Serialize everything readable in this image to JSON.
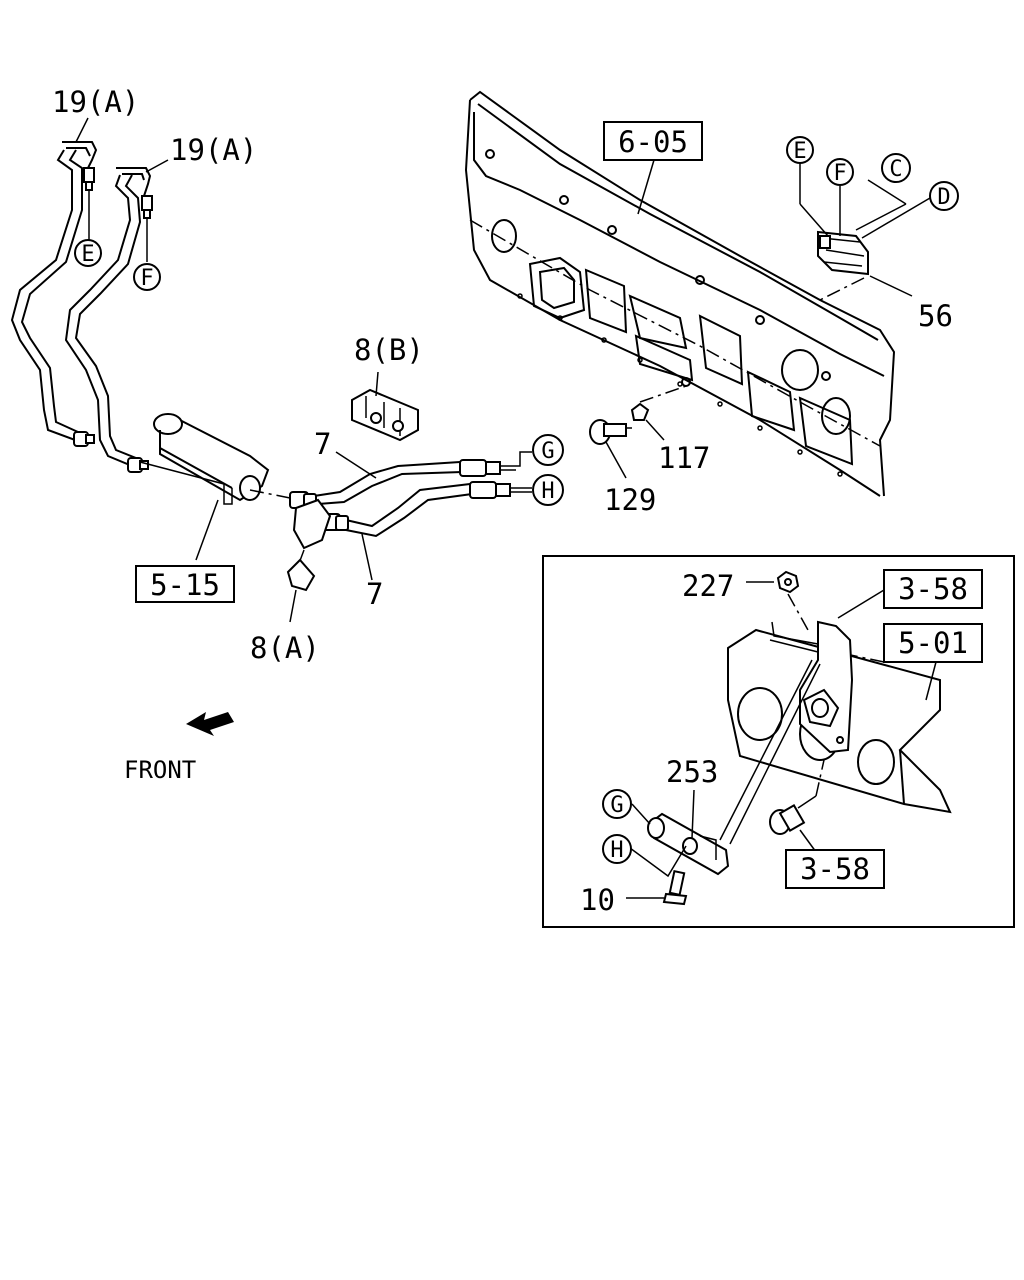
{
  "callouts": {
    "p19a_left": "19(A)",
    "p19a_right": "19(A)",
    "p6_05": "6-05",
    "p8b": "8(B)",
    "p7_top": "7",
    "p7_bottom": "7",
    "p117": "117",
    "p129": "129",
    "p56": "56",
    "p5_15": "5-15",
    "p8a": "8(A)",
    "p227": "227",
    "p3_58_top": "3-58",
    "p5_01": "5-01",
    "p253": "253",
    "p3_58_bottom": "3-58",
    "p10": "10"
  },
  "circles": {
    "e_pipe": "E",
    "f_pipe": "F",
    "e_panel": "E",
    "f_panel": "F",
    "c_panel": "C",
    "d_panel": "D",
    "g_hose": "G",
    "h_hose": "H",
    "g_inset": "G",
    "h_inset": "H"
  },
  "front_label": "FRONT",
  "colors": {
    "ink": "#000000",
    "paper": "#ffffff"
  }
}
